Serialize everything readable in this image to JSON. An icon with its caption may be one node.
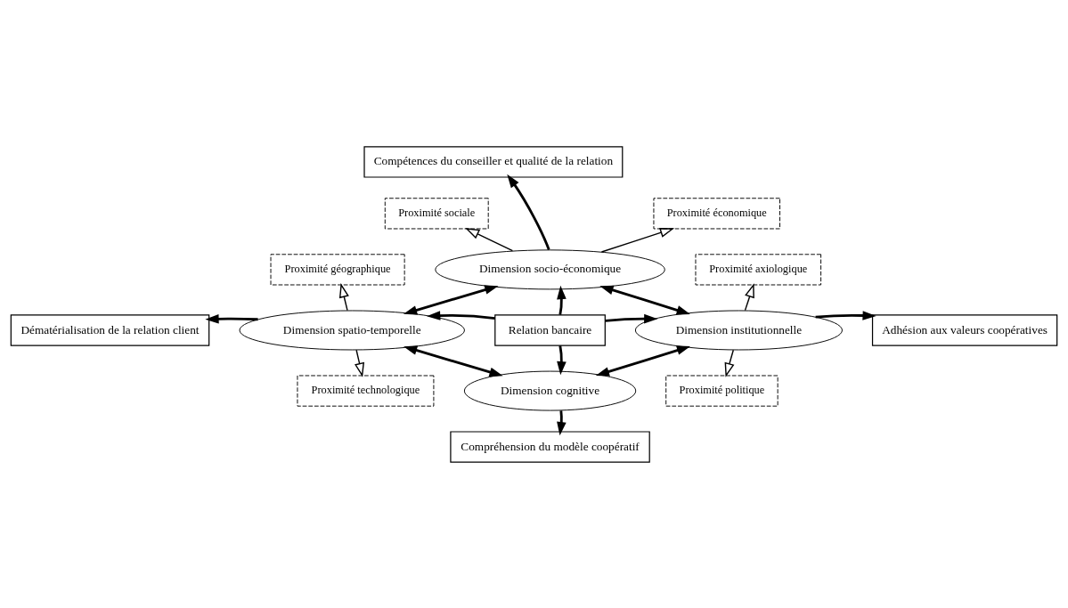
{
  "diagram": {
    "nodes": [
      {
        "text": [
          "Relation bancaire"
        ]
      },
      {
        "text": [
          "Dimension socio-économique"
        ]
      },
      {
        "text": [
          "Dimension spatio-temporelle"
        ]
      },
      {
        "text": [
          "Dimension institutionnelle"
        ]
      },
      {
        "text": [
          "Dimension cognitive"
        ]
      },
      {
        "text": [
          "Compétences du conseiller et qualité de la relation"
        ]
      },
      {
        "text": [
          "Proximité sociale"
        ]
      },
      {
        "text": [
          "Proximité économique"
        ]
      },
      {
        "text": [
          "Proximité géographique"
        ]
      },
      {
        "text": [
          "Proximité axiologique"
        ]
      },
      {
        "text": [
          "Dématérialisation de la relation client"
        ]
      },
      {
        "text": [
          "Adhésion aux valeurs coopératives"
        ]
      },
      {
        "text": [
          "Proximité technologique"
        ]
      },
      {
        "text": [
          "Proximité politique"
        ]
      },
      {
        "text": [
          "Compréhension du modèle coopératif"
        ]
      }
    ],
    "edges": [
      {
        "from": 0,
        "to": 1,
        "arrow": "to"
      },
      {
        "from": 0,
        "to": 2,
        "arrow": "to"
      },
      {
        "from": 0,
        "to": 3,
        "arrow": "to"
      },
      {
        "from": 0,
        "to": 4,
        "arrow": "to"
      },
      {
        "from": 1,
        "to": 2,
        "arrow": "both"
      },
      {
        "from": 1,
        "to": 3,
        "arrow": "both"
      },
      {
        "from": 2,
        "to": 4,
        "arrow": "both"
      },
      {
        "from": 3,
        "to": 4,
        "arrow": "both"
      },
      {
        "from": 1,
        "to": 5,
        "arrow": "to"
      },
      {
        "from": 2,
        "to": 10,
        "arrow": "to"
      },
      {
        "from": 3,
        "to": 11,
        "arrow": "to"
      },
      {
        "from": 4,
        "to": 14,
        "arrow": "to"
      },
      {
        "from": 1,
        "to": 6,
        "arrow": "to"
      },
      {
        "from": 1,
        "to": 7,
        "arrow": "to"
      },
      {
        "from": 2,
        "to": 8,
        "arrow": "to"
      },
      {
        "from": 2,
        "to": 12,
        "arrow": "to"
      },
      {
        "from": 3,
        "to": 9,
        "arrow": "to"
      },
      {
        "from": 3,
        "to": 13,
        "arrow": "to"
      }
    ]
  }
}
